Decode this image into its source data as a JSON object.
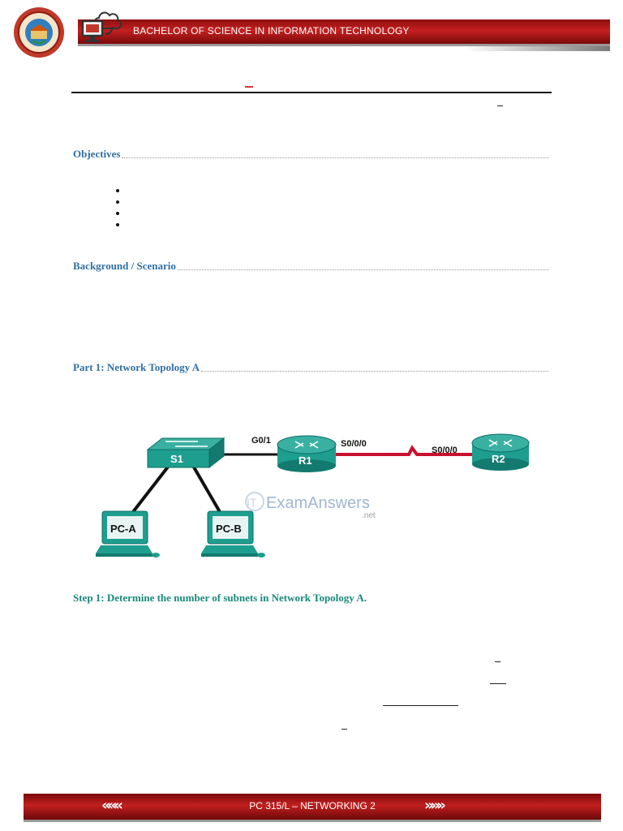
{
  "header": {
    "program_title": "BACHELOR OF SCIENCE IN INFORMATION TECHNOLOGY",
    "logo_icon": "university-seal-icon",
    "monitor_icon": "computer-cloud-icon",
    "band_color": "#b01818"
  },
  "sections": {
    "objectives": "Objectives",
    "background": "Background / Scenario",
    "part1": "Part 1: Network Topology A",
    "step1": "Step 1: Determine the number of subnets in Network Topology A."
  },
  "topology": {
    "switch": "S1",
    "router1": "R1",
    "router2": "R2",
    "pc_a": "PC-A",
    "pc_b": "PC-B",
    "if_g01": "G0/1",
    "if_r1_s000": "S0/0/0",
    "if_r2_s000": "S0/0/0",
    "watermark_main": "ExamAnswers",
    "watermark_prefix": "IT",
    "watermark_suffix": ".net",
    "device_color": "#1e9e8f",
    "serial_link_color": "#c8102e"
  },
  "footer": {
    "course": "PC 315/L – NETWORKING 2",
    "left_chevrons": "«««",
    "right_chevrons": "»»»"
  }
}
